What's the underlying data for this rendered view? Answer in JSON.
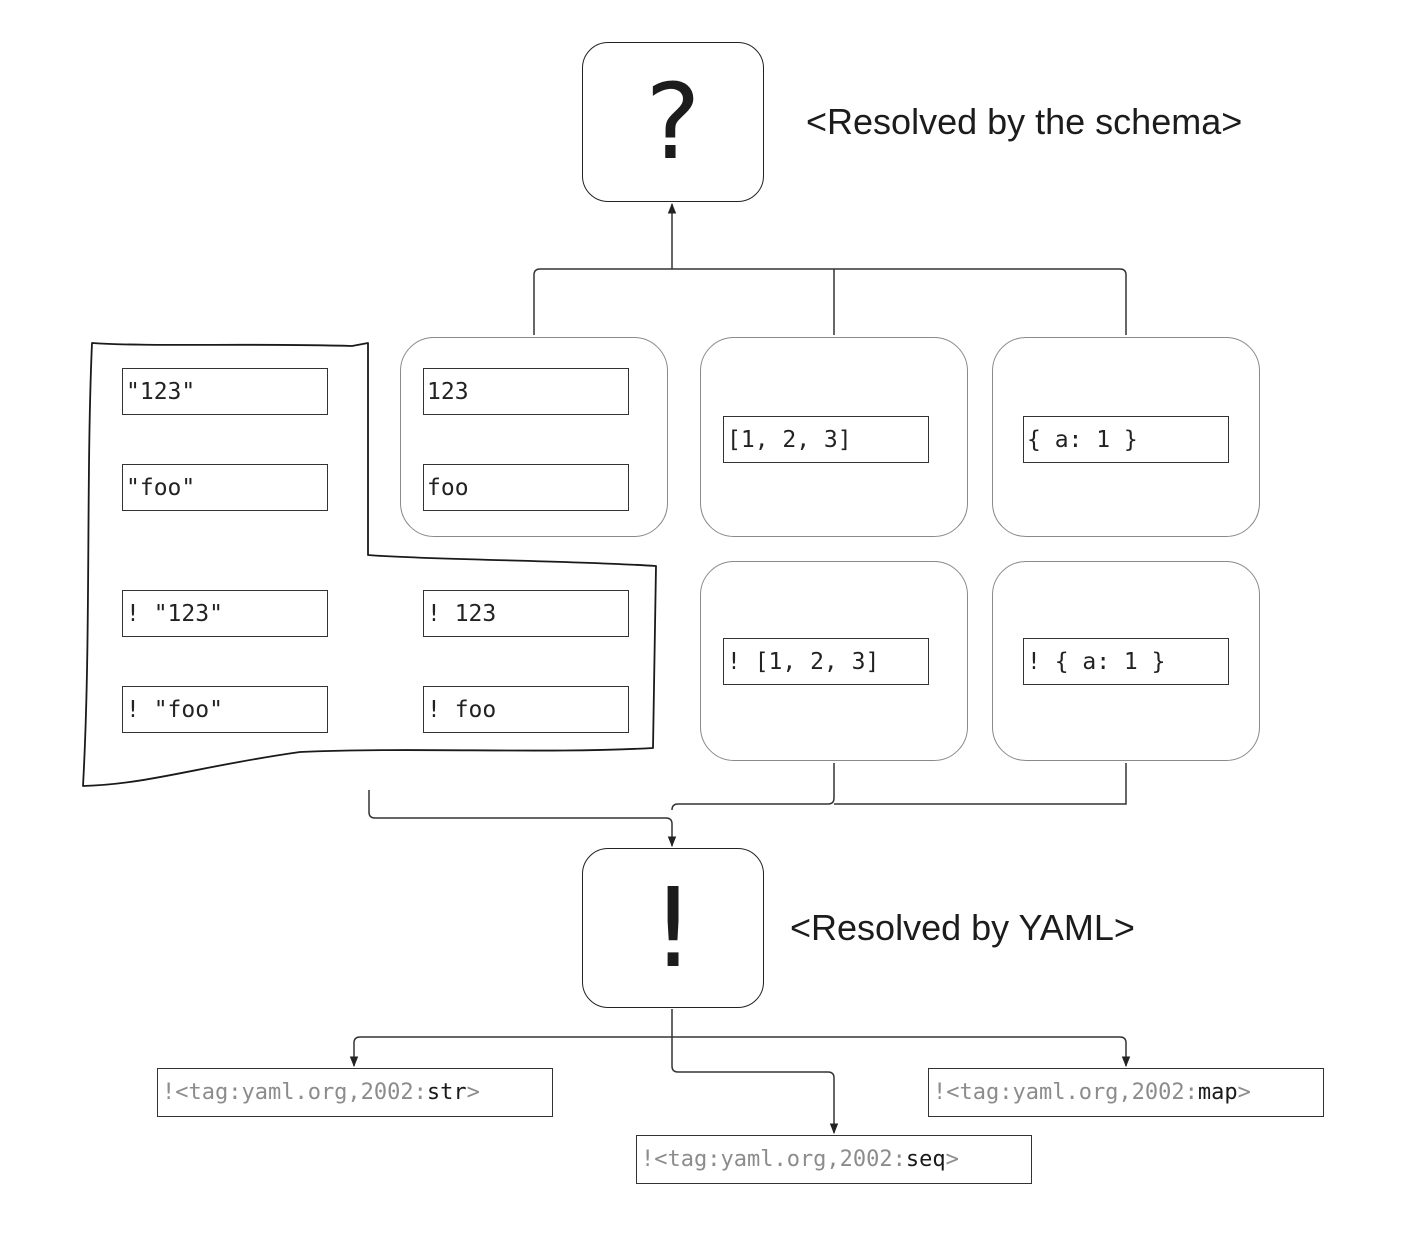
{
  "schema_node": {
    "symbol": "?",
    "caption": "<Resolved by the schema>"
  },
  "yaml_node": {
    "symbol": "!",
    "caption": "<Resolved by YAML>"
  },
  "quoted_scalars": {
    "quoted_number": "\"123\"",
    "quoted_text": "\"foo\"",
    "tagged_quoted_number": "! \"123\"",
    "tagged_quoted_text": "! \"foo\"",
    "tagged_plain_number": "! 123",
    "tagged_plain_text": "! foo"
  },
  "plain_scalars": {
    "number": "123",
    "text": "foo"
  },
  "sequences": {
    "plain": "[1, 2, 3]",
    "tagged": "! [1, 2, 3]"
  },
  "mappings": {
    "plain": "{ a: 1 }",
    "tagged": "! { a: 1 }"
  },
  "tags": {
    "prefix": "!<tag:yaml.org,2002:",
    "suffix": ">",
    "str": "str",
    "seq": "seq",
    "map": "map"
  }
}
